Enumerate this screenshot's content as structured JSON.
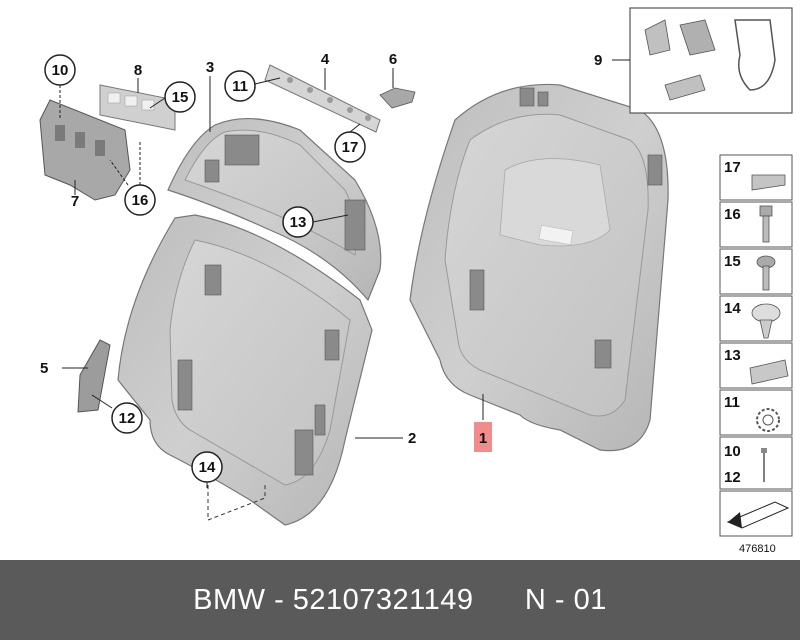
{
  "parts": {
    "p1": "1",
    "p2": "2",
    "p3": "3",
    "p4": "4",
    "p5": "5",
    "p6": "6",
    "p7": "7",
    "p8": "8",
    "p9": "9",
    "p10": "10",
    "p11": "11",
    "p12": "12",
    "p13": "13",
    "p14": "14",
    "p15": "15",
    "p16": "16",
    "p17": "17"
  },
  "legend": {
    "items": [
      "17",
      "16",
      "15",
      "14",
      "13",
      "11"
    ],
    "combo_top": "10",
    "combo_bottom": "12"
  },
  "diagram_number": "476810",
  "footer": {
    "text": "BMW - 52107321149      N - 01"
  },
  "colors": {
    "highlight": "#f08c8c",
    "footer_bg": "#5a5a5a",
    "part_fill": "#c8c8c8"
  }
}
